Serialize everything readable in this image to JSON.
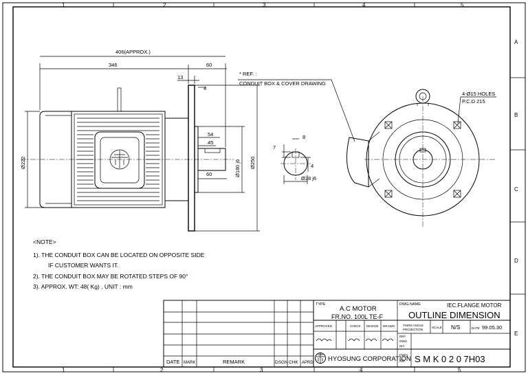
{
  "grid": {
    "columns": [
      "1",
      "2",
      "3",
      "4",
      "5"
    ],
    "rows": [
      "A",
      "B",
      "C",
      "D",
      "E"
    ]
  },
  "dimensions": {
    "overall_length": "406(APPROX.)",
    "body_length": "346",
    "flange_offset": "60",
    "flange_thickness": "13",
    "spigot": "4",
    "shaft_54": "54",
    "shaft_45": "45",
    "shaft_60": "60",
    "height_dia": "Ø222",
    "spigot_dia": "Ø180 j6",
    "flange_dia": "Ø250",
    "key_width": "8",
    "key_depth": "7",
    "key_4": "4",
    "shaft_dia": "Ø28 j6"
  },
  "annotations": {
    "ref": "* REF. :",
    "conduit_ref": "CONDUIT BOX & COVER DRAWING",
    "holes": "4-Ø15 HOLES",
    "pcd": "P.C.D 215"
  },
  "notes": {
    "heading": "<NOTE>",
    "n1": "1). THE CONDUIT BOX CAN BE LOCATED ON OPPOSITE SIDE",
    "n1b": "IF CUSTOMER WANTS IT.",
    "n2": "2). THE CONDUIT BOX  MAY BE ROTATED STEPS OF 90°",
    "n3": "3). APPROX. WT:  48( Kg) , UNIT :  mm"
  },
  "title_block": {
    "type_label": "TYPE",
    "type_line1": "A.C MOTOR",
    "type_line2": "FR.NO. 100L TE-F",
    "dwg_name_label": "DWG.NAME",
    "dwg_name_small": "IEC.FLANGE MOTOR",
    "dwg_name_big": "OUTLINE DIMENSION",
    "approved": "APPROVED",
    "check": "CHECK",
    "design": "DESIGN",
    "drawn": "DRAWN",
    "projection1": "THIRD ANGLE",
    "projection2": "PROJECTION",
    "scale_label": "SCALE",
    "scale_value": "N/S",
    "date_label": "DATE",
    "date_value": "99.05.30",
    "ref_dwg1": "REF.",
    "ref_dwg2": "DWG.",
    "ref_dwg3": "NO.",
    "company": "HYOSUNG CORPORATION",
    "dwg_no_label1": "DWG.",
    "dwg_no_label2": "NO.",
    "dwg_no": "S M K 0 2 0 7H03"
  },
  "revision_table": {
    "date": "DATE",
    "mark": "MARK",
    "remark": "REMARK",
    "dsgn": "DSGN",
    "chk": "CHK",
    "aprd": "APRD"
  }
}
